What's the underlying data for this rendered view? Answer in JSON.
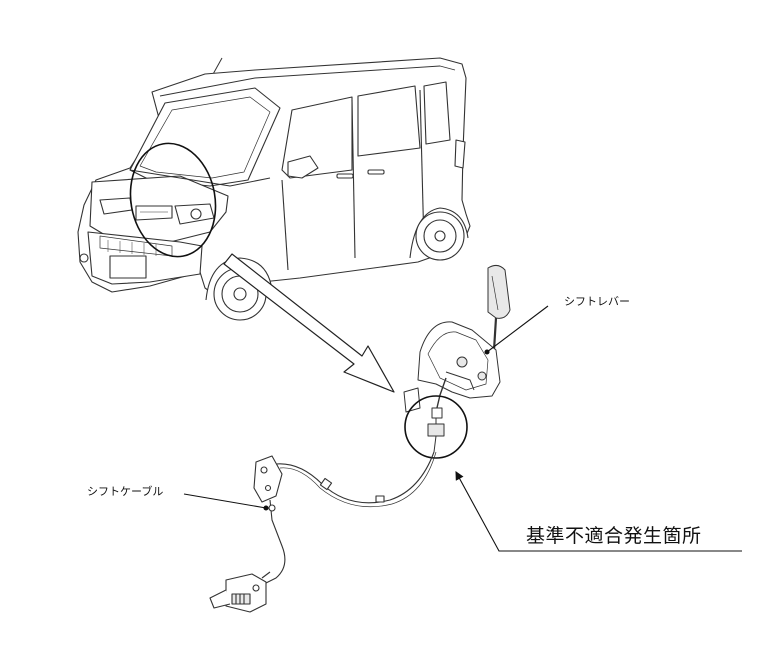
{
  "labels": {
    "shift_lever": "シフトレバー",
    "shift_cable": "シフトケーブル",
    "nonconformity_location": "基準不適合発生箇所"
  },
  "colors": {
    "line": "#222222",
    "fill": "#ffffff",
    "detail_fill": "#e8e8e8"
  }
}
